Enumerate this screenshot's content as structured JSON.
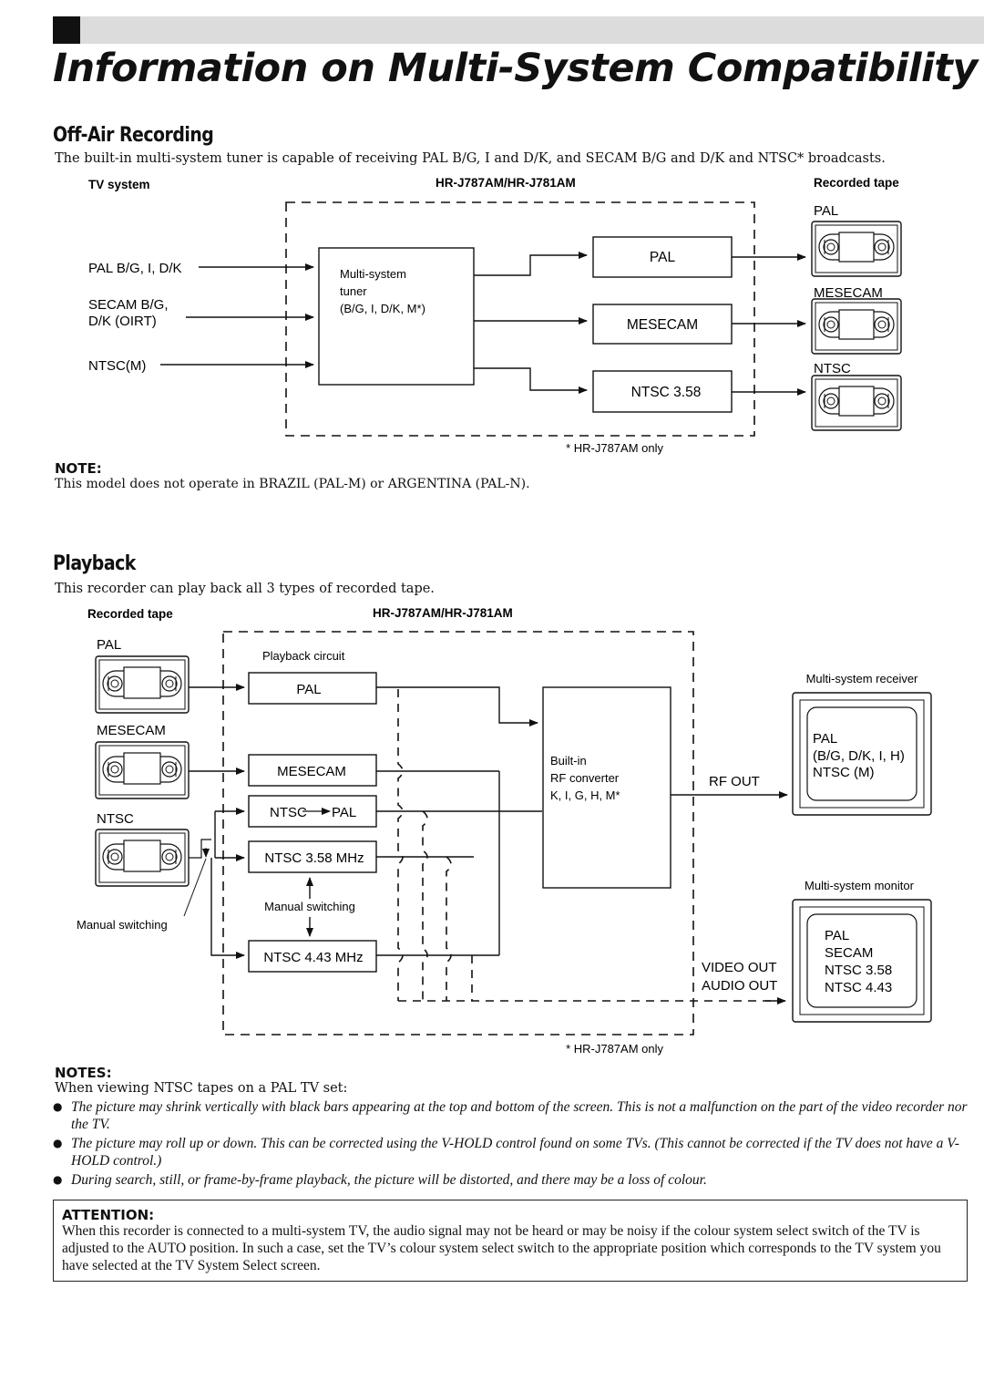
{
  "page": {
    "title": "Information on Multi-System Compatibility"
  },
  "offair": {
    "heading": "Off-Air Recording",
    "intro": "The built-in multi-system tuner is capable of receiving PAL B/G, I and D/K, and SECAM B/G and D/K and NTSC* broadcasts.",
    "col_tv_system": "TV system",
    "col_model": "HR-J787AM/HR-J781AM",
    "col_recorded": "Recorded tape",
    "inputs": [
      "PAL B/G, I, D/K",
      "SECAM B/G,",
      "D/K (OIRT)",
      "NTSC(M)"
    ],
    "tuner_lines": [
      "Multi-system",
      "tuner",
      "(B/G, I, D/K, M*)"
    ],
    "outputs": [
      "PAL",
      "MESECAM",
      "NTSC 3.58"
    ],
    "tapes": [
      "PAL",
      "MESECAM",
      "NTSC"
    ],
    "footnote": "* HR-J787AM only",
    "note_heading": "NOTE:",
    "note_text": "This model does not operate in BRAZIL (PAL-M) or ARGENTINA (PAL-N)."
  },
  "playback": {
    "heading": "Playback",
    "intro": "This recorder can play back all 3 types of recorded tape.",
    "col_recorded": "Recorded tape",
    "col_model": "HR-J787AM/HR-J781AM",
    "tapes": [
      "PAL",
      "MESECAM",
      "NTSC"
    ],
    "circuit_label": "Playback circuit",
    "boxes": [
      "PAL",
      "MESECAM",
      "NTSC",
      "PAL",
      "NTSC 3.58 MHz",
      "NTSC 4.43 MHz"
    ],
    "manual_switching": "Manual switching",
    "rf_lines": [
      "Built-in",
      "RF converter",
      "K, I, G, H, M*"
    ],
    "rf_out": "RF OUT",
    "video_out": "VIDEO OUT",
    "audio_out": "AUDIO OUT",
    "receiver_label": "Multi-system receiver",
    "receiver_lines": [
      "PAL",
      "(B/G, D/K, I, H)",
      "NTSC (M)"
    ],
    "monitor_label": "Multi-system monitor",
    "monitor_lines": [
      "PAL",
      "SECAM",
      "NTSC 3.58",
      "NTSC 4.43"
    ],
    "footnote": "* HR-J787AM only"
  },
  "notes": {
    "heading": "NOTES:",
    "lead": "When viewing NTSC tapes on a PAL TV set:",
    "bullets": [
      "The picture may shrink vertically with black bars appearing at the top and bottom of the screen. This is not a malfunction on the part of the video recorder nor the TV.",
      "The picture may roll up or down. This can be corrected using the V-HOLD control found on some TVs. (This cannot be corrected if the TV does not have a V-HOLD control.)",
      "During search, still, or frame-by-frame playback, the picture will be distorted, and there may be a loss of colour."
    ]
  },
  "attention": {
    "heading": "ATTENTION:",
    "text": "When this recorder is connected to a multi-system TV, the audio signal may not be heard or may be noisy if the colour system select switch of the TV is adjusted to the AUTO position. In such a case, set the TV’s colour system select switch to the appropriate position which corresponds to the TV system you have selected at the TV System Select screen."
  }
}
